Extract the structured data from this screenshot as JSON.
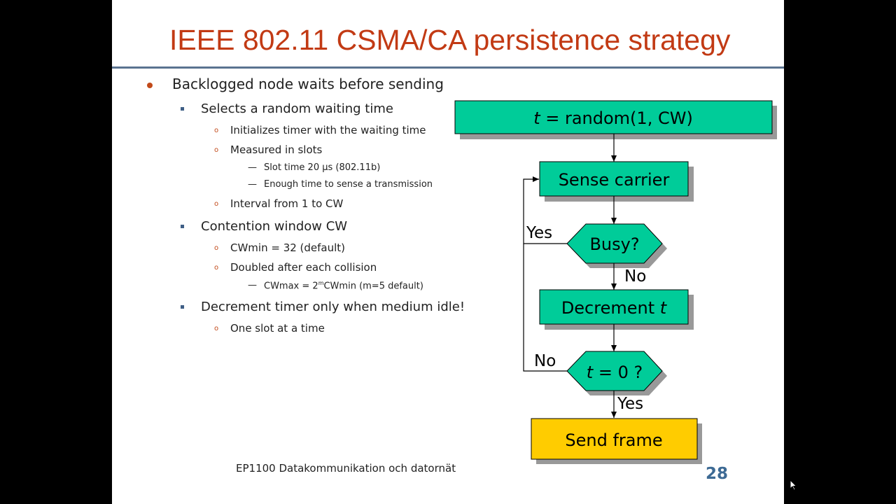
{
  "slide": {
    "title": "IEEE 802.11 CSMA/CA persistence strategy",
    "bullets": {
      "b1": "Backlogged node waits before sending",
      "b1_1": "Selects a random waiting time",
      "b1_1_1": "Initializes timer with the waiting time",
      "b1_1_2": "Measured in slots",
      "b1_1_2_1": "Slot time 20 µs (802.11b)",
      "b1_1_2_2": "Enough time to sense a transmission",
      "b1_1_3": "Interval from 1 to CW",
      "b1_2": "Contention window CW",
      "b1_2_1": "CWmin = 32 (default)",
      "b1_2_2": "Doubled after each collision",
      "b1_2_2_1a": "CWmax = 2",
      "b1_2_2_1sup": "m",
      "b1_2_2_1b": "CWmin (m=5 default)",
      "b1_3": "Decrement timer only when medium idle!",
      "b1_3_1": "One slot at a time"
    },
    "footer": "EP1100 Datakommunikation och datornät",
    "page_number": "28"
  },
  "flowchart": {
    "random_var": "t",
    "random_rest": " = random(1, CW)",
    "sense": "Sense carrier",
    "busy": "Busy?",
    "yes_busy": "Yes",
    "no_busy": "No",
    "decrement_text": "Decrement ",
    "decrement_var": "t",
    "zero_var": "t",
    "zero_rest": " = 0 ?",
    "no_zero": "No",
    "yes_zero": "Yes",
    "send": "Send frame"
  },
  "colors": {
    "title": "#c23a14",
    "box_fill": "#00cc99",
    "send_fill": "#ffcc00",
    "page_number": "#3d6a94"
  }
}
